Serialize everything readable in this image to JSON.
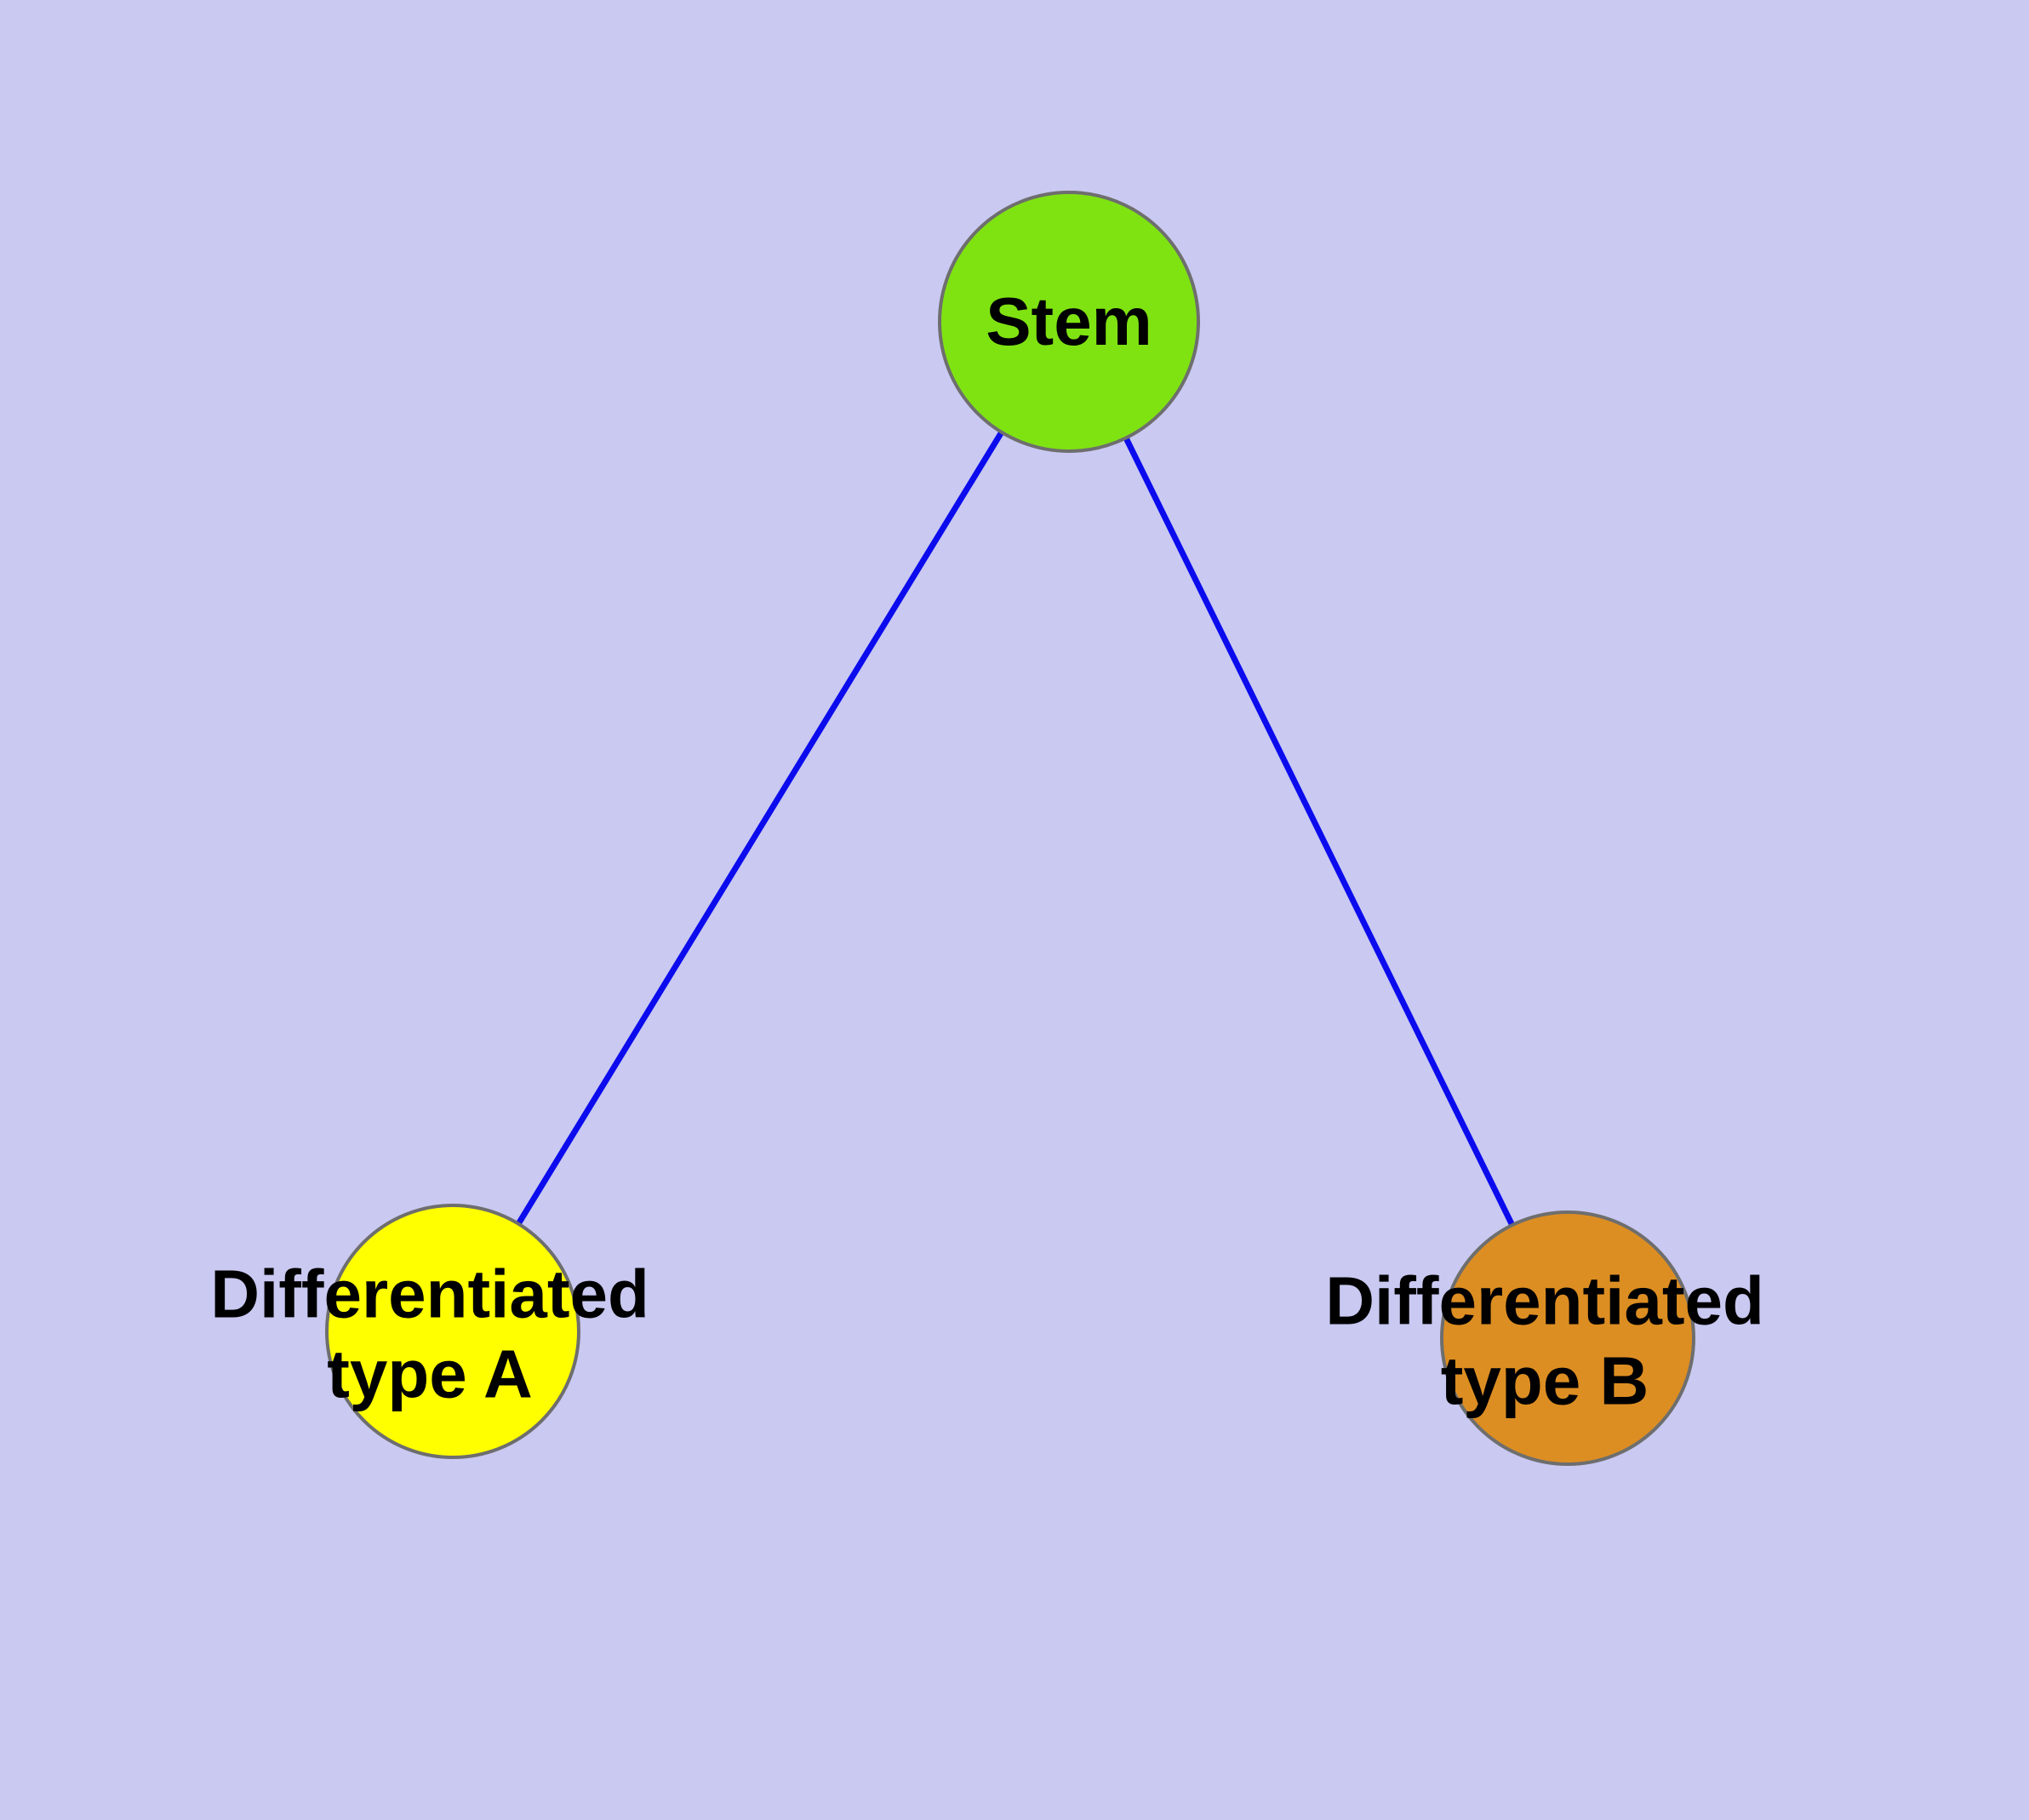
{
  "diagram": {
    "description": "Cell differentiation graph: a stem node with two differentiated daughter types",
    "background_color": "#c9c9f2",
    "edge_color": "#0b0bee",
    "node_border_color": "#6e6e6e",
    "label_color": "#000000",
    "nodes": {
      "stem": {
        "label": "Stem",
        "color": "#7fe312"
      },
      "type_a": {
        "label": "Differentiated\ntype A",
        "color": "#ffff00"
      },
      "type_b": {
        "label": "Differentiated\ntype B",
        "color": "#dd8e22"
      }
    },
    "edges": [
      {
        "from": "stem",
        "to": "type_a"
      },
      {
        "from": "stem",
        "to": "type_b"
      }
    ]
  }
}
